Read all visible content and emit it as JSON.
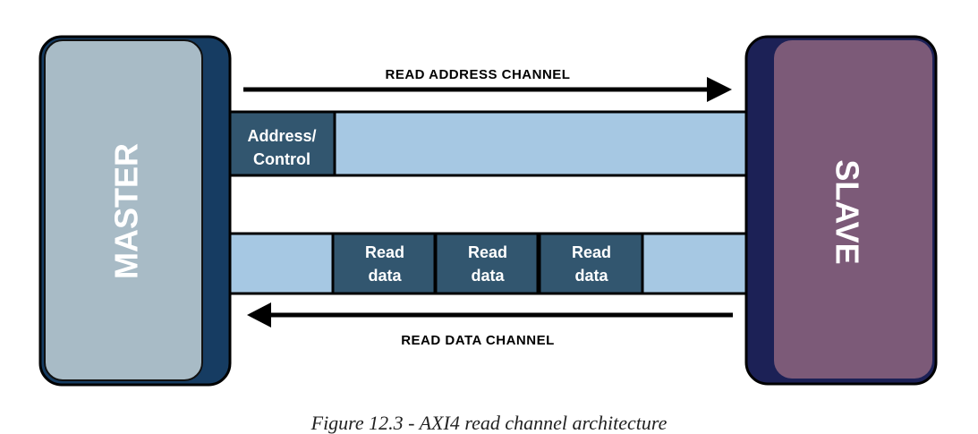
{
  "master": {
    "label": "MASTER"
  },
  "slave": {
    "label": "SLAVE"
  },
  "read_address_channel": {
    "title": "READ ADDRESS CHANNEL",
    "address_block": {
      "line1": "Address/",
      "line2": "Control"
    }
  },
  "read_data_channel": {
    "title": "READ DATA CHANNEL",
    "data_blocks": [
      {
        "line1": "Read",
        "line2": "data"
      },
      {
        "line1": "Read",
        "line2": "data"
      },
      {
        "line1": "Read",
        "line2": "data"
      }
    ]
  },
  "caption": "Figure 12.3 - AXI4 read channel architecture",
  "colors": {
    "master_fill": "#a8bbc6",
    "master_shadow": "#163c62",
    "slave_fill": "#7c5a78",
    "slave_shadow": "#1c2156",
    "channel_fill": "#a6c8e3",
    "block_fill": "#32566f",
    "outline": "#000000"
  }
}
